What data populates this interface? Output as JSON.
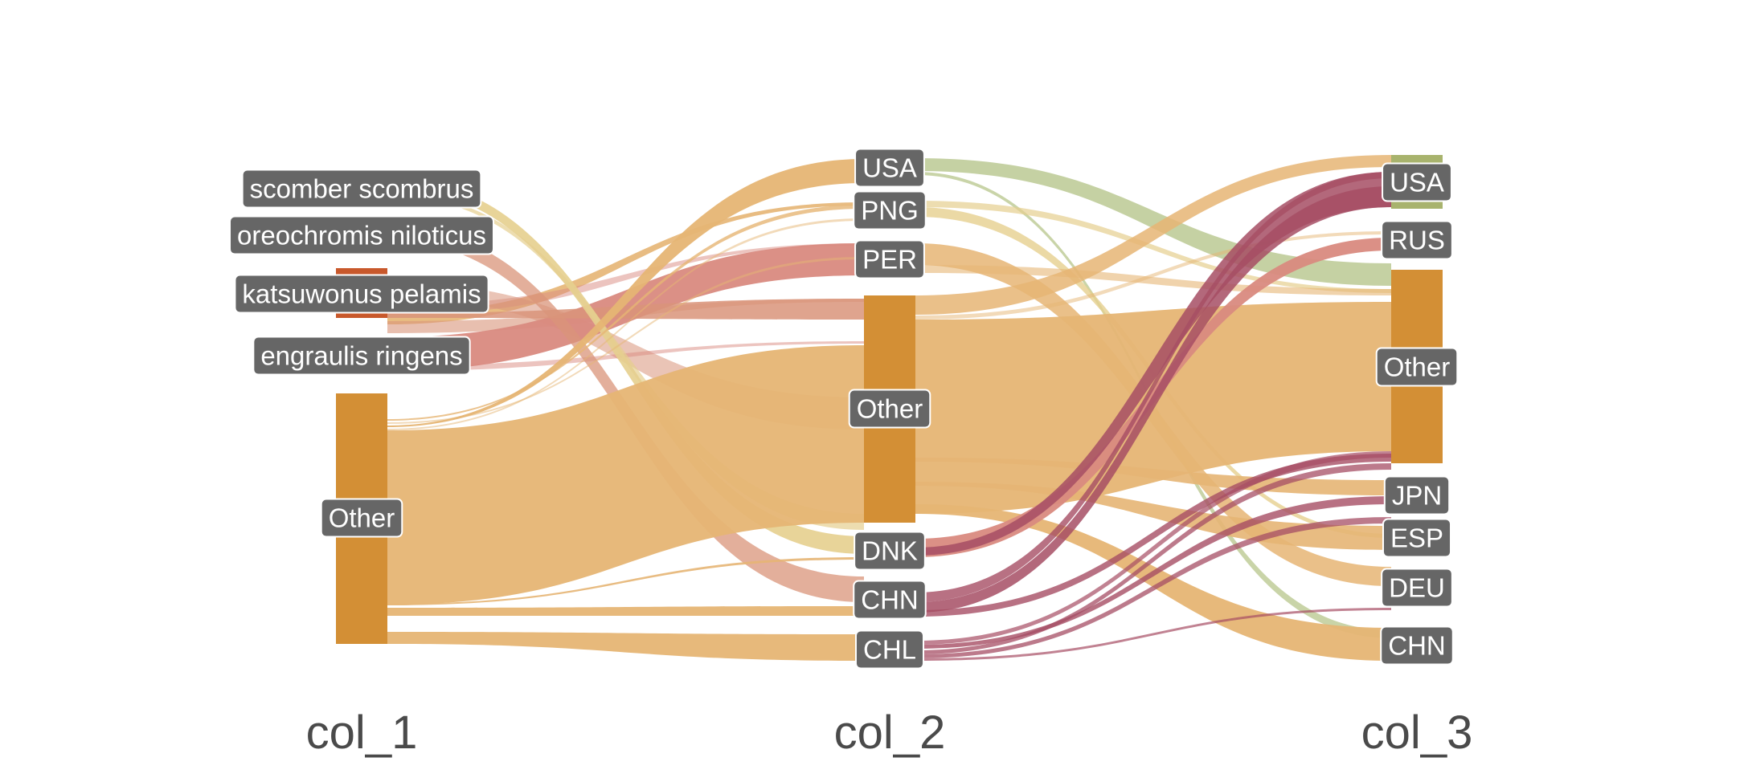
{
  "diagram": {
    "type": "alluvial",
    "columns": [
      {
        "title": "col_1",
        "nodes": [
          "scomber scombrus",
          "oreochromis niloticus",
          "katsuwonus pelamis",
          "engraulis ringens",
          "Other"
        ]
      },
      {
        "title": "col_2",
        "nodes": [
          "USA",
          "PNG",
          "PER",
          "Other",
          "DNK",
          "CHN",
          "CHL"
        ]
      },
      {
        "title": "col_3",
        "nodes": [
          "USA",
          "RUS",
          "Other",
          "JPN",
          "ESP",
          "DEU",
          "CHN"
        ]
      }
    ],
    "colors": {
      "node": "#d38f35",
      "node_small": "#c8582b",
      "node_usa3": "#a8b36d",
      "label_bg": "#666666",
      "label_text": "#ffffff",
      "title": "#4a4a4a"
    },
    "flow_colors": {
      "orange": "#e6b574",
      "sand": "#e6cf8e",
      "salmon": "#d98a80",
      "rose": "#d9947a",
      "wine": "#a64d64",
      "sage": "#bfcc99"
    }
  }
}
